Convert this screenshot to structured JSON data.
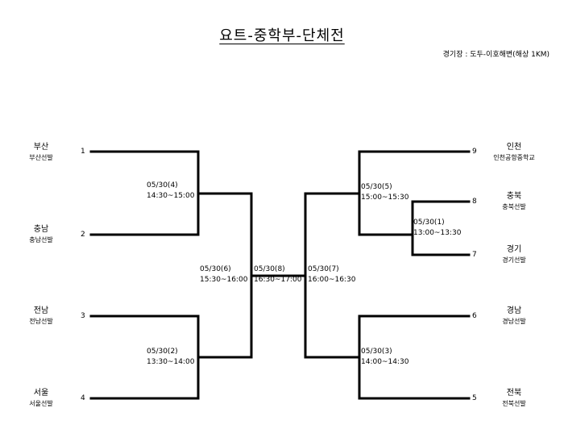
{
  "title": "요트-중학부-단체전",
  "venue": "경기장 : 도두-이호해변(해상 1KM)",
  "teams": [
    {
      "seed": "1",
      "name": "부산",
      "sub": "부산선발"
    },
    {
      "seed": "2",
      "name": "충남",
      "sub": "충남선발"
    },
    {
      "seed": "3",
      "name": "전남",
      "sub": "전남선발"
    },
    {
      "seed": "4",
      "name": "서울",
      "sub": "서울선발"
    },
    {
      "seed": "9",
      "name": "인천",
      "sub": "인천공항중학교"
    },
    {
      "seed": "8",
      "name": "충북",
      "sub": "충북선발"
    },
    {
      "seed": "7",
      "name": "경기",
      "sub": "경기선발"
    },
    {
      "seed": "6",
      "name": "경남",
      "sub": "경남선발"
    },
    {
      "seed": "5",
      "name": "전북",
      "sub": "전북선발"
    }
  ],
  "matches": [
    {
      "date": "05/30(4)",
      "time": "14:30~15:00"
    },
    {
      "date": "05/30(2)",
      "time": "13:30~14:00"
    },
    {
      "date": "05/30(6)",
      "time": "15:30~16:00"
    },
    {
      "date": "05/30(8)",
      "time": "16:30~17:00"
    },
    {
      "date": "05/30(7)",
      "time": "16:00~16:30"
    },
    {
      "date": "05/30(5)",
      "time": "15:00~15:30"
    },
    {
      "date": "05/30(1)",
      "time": "13:00~13:30"
    },
    {
      "date": "05/30(3)",
      "time": "14:00~14:30"
    }
  ]
}
